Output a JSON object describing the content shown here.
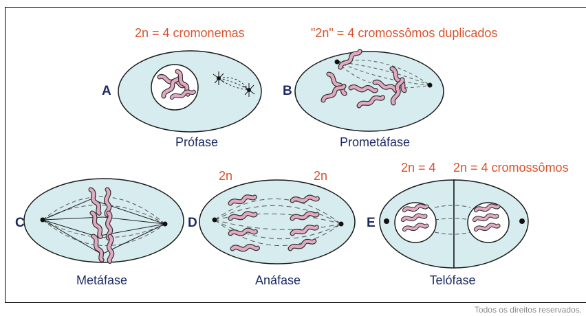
{
  "counts": {
    "prophase": "2n = 4 cromonemas",
    "prometaphase": "\"2n\" = 4 cromossômos duplicados",
    "anaphase_left": "2n",
    "anaphase_right": "2n",
    "telophase_left": "2n = 4",
    "telophase_right": "2n = 4 cromossômos"
  },
  "letters": {
    "a": "A",
    "b": "B",
    "c": "C",
    "d": "D",
    "e": "E"
  },
  "stages": {
    "prophase": "Prófase",
    "prometaphase": "Prometáfase",
    "metaphase": "Metáfase",
    "anaphase": "Anáfase",
    "telophase": "Telófase"
  },
  "footer": "Todos os direitos reservados.",
  "colors": {
    "cell_fill": "#d6ecef",
    "outline": "#1a1a1a",
    "chromosome": "#e3a9c2",
    "label_orange": "#d9532b",
    "label_navy": "#1c2a63"
  }
}
